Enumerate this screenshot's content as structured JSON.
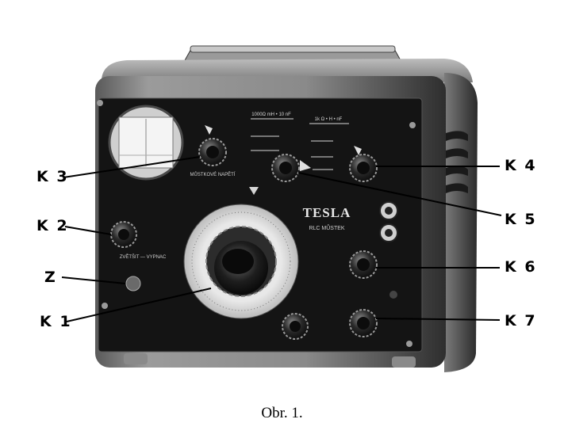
{
  "figure": {
    "device_brand": "TESLA",
    "device_model": "RLC MŮSTEK",
    "panel_labels": {
      "switch_k3": "MŮSTKOVÉ NAPĚTÍ",
      "switch_k2": "ZVĚTŠIT — VYPNAC",
      "range_top": "1000Ω mH • 10 nF",
      "range_right": "1k Ω • H • nF"
    },
    "callouts": {
      "k3": "K 3",
      "k2": "K 2",
      "z": "Z",
      "k1": "K 1",
      "k4": "K 4",
      "k5": "K 5",
      "k6": "K 6",
      "k7": "K 7"
    },
    "caption": "Obr. 1."
  }
}
